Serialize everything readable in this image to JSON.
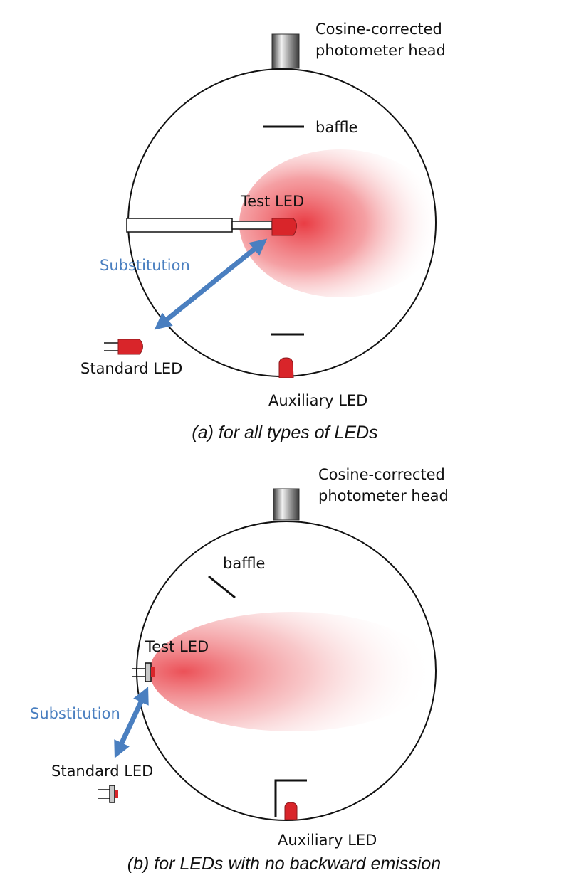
{
  "panel_a": {
    "photometer_label_line1": "Cosine-corrected",
    "photometer_label_line2": "photometer head",
    "baffle_label": "baffle",
    "test_led_label": "Test LED",
    "substitution_label": "Substitution",
    "standard_led_label": "Standard LED",
    "auxiliary_led_label": "Auxiliary LED",
    "caption": "(a) for all types of LEDs"
  },
  "panel_b": {
    "photometer_label_line1": "Cosine-corrected",
    "photometer_label_line2": "photometer head",
    "baffle_label": "baffle",
    "test_led_label": "Test LED",
    "substitution_label": "Substitution",
    "standard_led_label": "Standard LED",
    "auxiliary_led_label": "Auxiliary LED",
    "caption": "(b) for LEDs with no backward emission"
  },
  "colors": {
    "led_red": "#d9252a",
    "arrow_blue": "#4a7fc0",
    "glow_red": "#e8323a"
  }
}
